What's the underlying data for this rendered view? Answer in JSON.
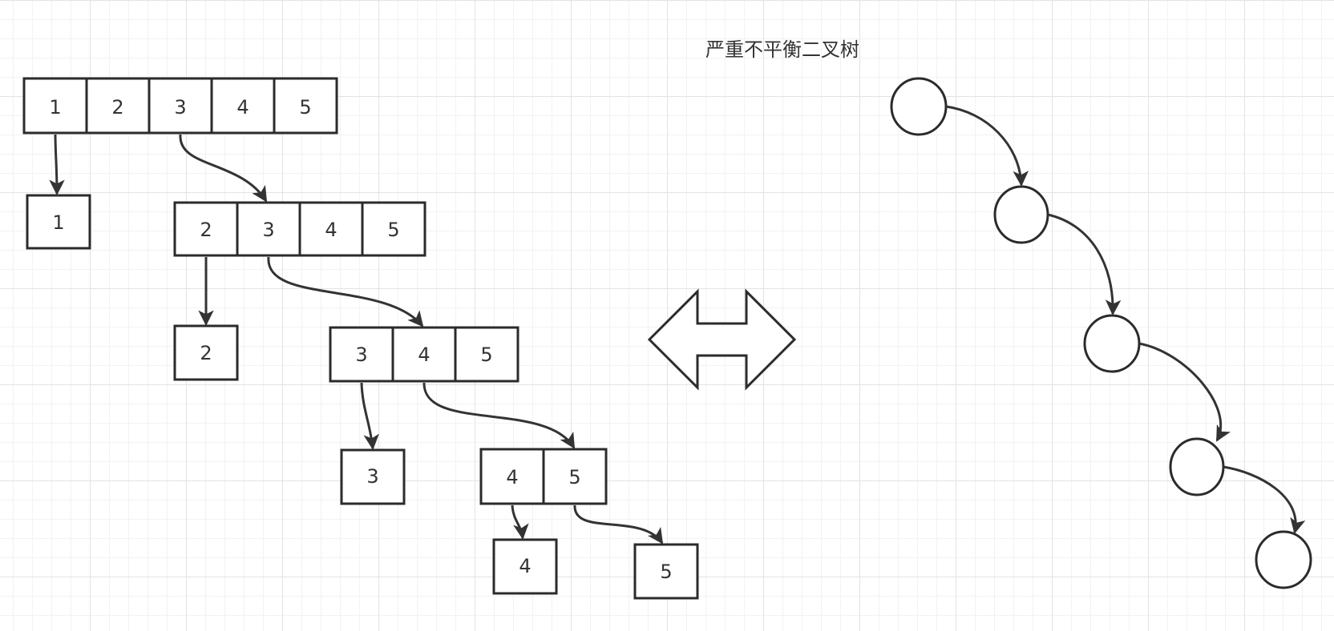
{
  "title": "严重不平衡二叉树",
  "arrays": [
    {
      "name": "array-level-1",
      "cells": [
        "1",
        "2",
        "3",
        "4",
        "5"
      ]
    },
    {
      "name": "array-level-2",
      "cells": [
        "2",
        "3",
        "4",
        "5"
      ]
    },
    {
      "name": "array-level-3",
      "cells": [
        "3",
        "4",
        "5"
      ]
    },
    {
      "name": "array-level-4",
      "cells": [
        "4",
        "5"
      ]
    }
  ],
  "leaves": [
    {
      "name": "leaf-1",
      "label": "1"
    },
    {
      "name": "leaf-2",
      "label": "2"
    },
    {
      "name": "leaf-3",
      "label": "3"
    },
    {
      "name": "leaf-4",
      "label": "4"
    },
    {
      "name": "leaf-5",
      "label": "5"
    }
  ],
  "tree_nodes": 5,
  "colors": {
    "stroke": "#2b2b2b",
    "text": "#333333",
    "grid": "#e3e3e3",
    "background": "#ffffff"
  }
}
